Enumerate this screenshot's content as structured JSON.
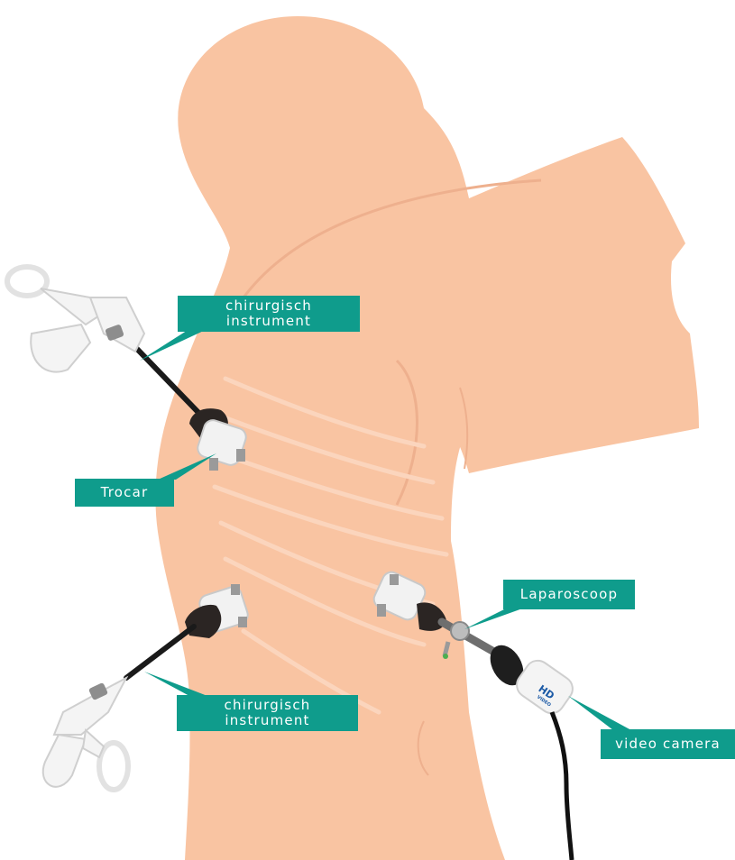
{
  "labels": {
    "instrument_top": [
      "chirurgisch",
      "instrument"
    ],
    "trocar": "Trocar",
    "laparoscope": "Laparoscoop",
    "instrument_bottom": [
      "chirurgisch",
      "instrument"
    ],
    "video_camera": "video camera"
  },
  "camera_badge": {
    "hd": "HD",
    "video": "VIDEO"
  },
  "colors": {
    "skin": "#f9c4a2",
    "skin_shadow": "#eeb08e",
    "label_bg": "#0f9c8c",
    "label_text": "#ffffff",
    "instrument_white": "#f4f4f4",
    "shaft": "#1a1a1a",
    "trocar_cap": "#2b2523"
  }
}
